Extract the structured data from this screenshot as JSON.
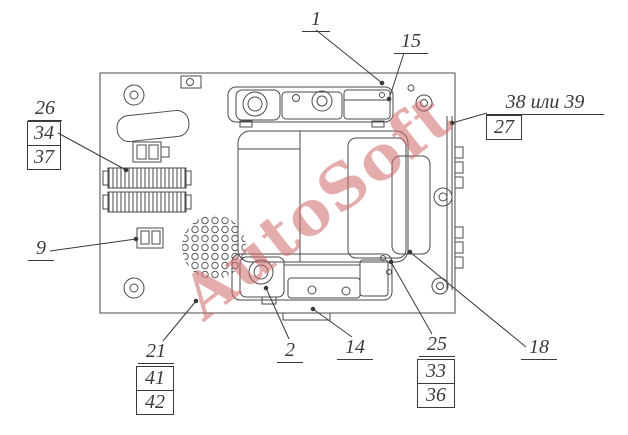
{
  "watermark": {
    "text": "AutoSoft"
  },
  "callouts": [
    {
      "id": "1",
      "label": "1"
    },
    {
      "id": "15",
      "label": "15"
    },
    {
      "id": "26",
      "label": "26"
    },
    {
      "id": "34",
      "label": "34"
    },
    {
      "id": "37",
      "label": "37"
    },
    {
      "id": "38-or-39",
      "label": "38 или 39"
    },
    {
      "id": "27",
      "label": "27"
    },
    {
      "id": "9",
      "label": "9"
    },
    {
      "id": "21",
      "label": "21"
    },
    {
      "id": "41",
      "label": "41"
    },
    {
      "id": "42",
      "label": "42"
    },
    {
      "id": "2",
      "label": "2"
    },
    {
      "id": "14",
      "label": "14"
    },
    {
      "id": "25",
      "label": "25"
    },
    {
      "id": "33",
      "label": "33"
    },
    {
      "id": "36",
      "label": "36"
    },
    {
      "id": "18",
      "label": "18"
    }
  ]
}
